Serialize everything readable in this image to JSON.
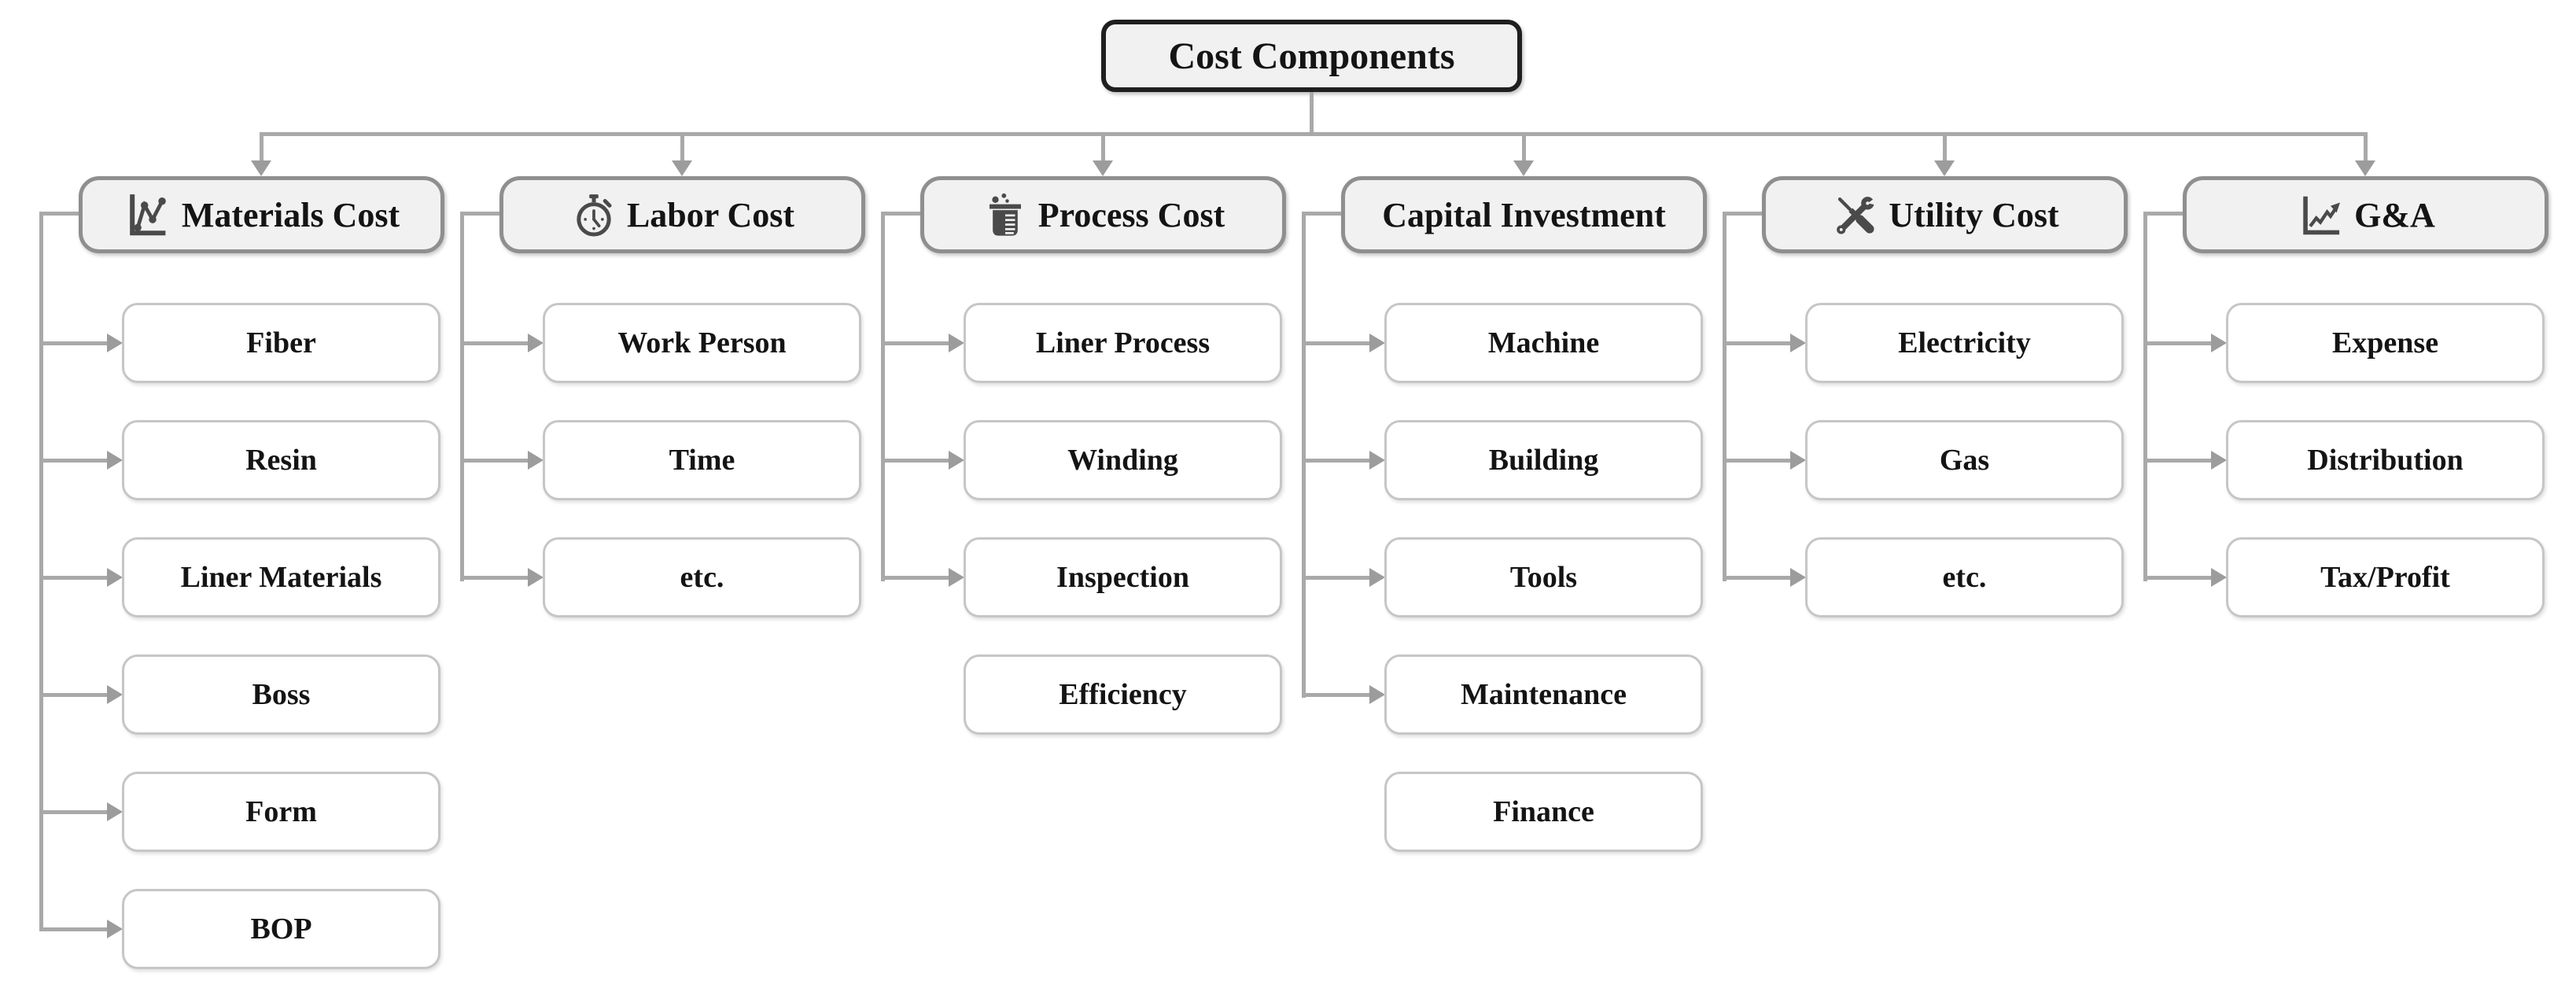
{
  "root": {
    "title": "Cost Components"
  },
  "columns": [
    {
      "title": "Materials Cost",
      "icon": "line-chart-icon",
      "children": [
        "Fiber",
        "Resin",
        "Liner Materials",
        "Boss",
        "Form",
        "BOP"
      ]
    },
    {
      "title": "Labor Cost",
      "icon": "stopwatch-icon",
      "children": [
        "Work Person",
        "Time",
        "etc."
      ]
    },
    {
      "title": "Process Cost",
      "icon": "beaker-icon",
      "children": [
        "Liner Process",
        "Winding",
        "Inspection",
        "Efficiency"
      ]
    },
    {
      "title": "Capital Investment",
      "icon": null,
      "children": [
        "Machine",
        "Building",
        "Tools",
        "Maintenance",
        "Finance"
      ]
    },
    {
      "title": "Utility Cost",
      "icon": "tools-icon",
      "children": [
        "Electricity",
        "Gas",
        "etc."
      ]
    },
    {
      "title": "G&A",
      "icon": "growth-chart-icon",
      "children": [
        "Expense",
        "Distribution",
        "Tax/Profit"
      ]
    }
  ],
  "colors": {
    "connector": "#a9a9a9",
    "arrowhead": "#9c9c9c",
    "root_border": "#1f1f1f",
    "header_border": "#8f8f8f",
    "header_fill": "#f1f1f1",
    "child_border": "#c6c6c6",
    "child_fill": "#ffffff",
    "icon": "#4a4a4a",
    "text": "#141414"
  }
}
